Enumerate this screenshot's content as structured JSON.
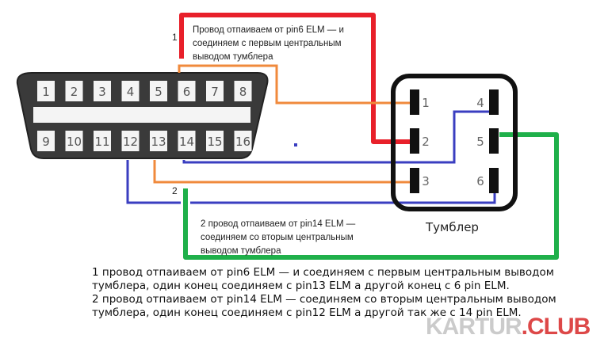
{
  "obd_connector": {
    "top_pins": [
      "1",
      "2",
      "3",
      "4",
      "5",
      "6",
      "7",
      "8"
    ],
    "bottom_pins": [
      "9",
      "10",
      "11",
      "12",
      "13",
      "14",
      "15",
      "16"
    ]
  },
  "switch": {
    "label": "Тумблер",
    "left_pins": [
      "1",
      "2",
      "3"
    ],
    "right_pins": [
      "4",
      "5",
      "6"
    ]
  },
  "wires": {
    "wire1_marker": "1",
    "wire2_marker": "2",
    "colors": {
      "red": "#e8202a",
      "orange": "#f08a3c",
      "blue": "#3a3ec0",
      "green": "#1fb04a",
      "black": "#111111"
    }
  },
  "notes": {
    "note1": [
      "Провод отпаиваем от pin6 ELM — и",
      "соединяем с первым центральным",
      "выводом тумблера"
    ],
    "note2": [
      "2 провод отпаиваем от pin14 ELM —",
      "соединяем со вторым центральным",
      "выводом тумблера"
    ]
  },
  "description": {
    "para1": "1 провод отпаиваем от pin6 ELM — и соединяем с первым центральным выводом тумблера, один конец соединяем с pin13 ELM а другой конец с 6 pin ELM.",
    "para2": "2 провод отпаиваем от pin14 ELM — соединяем со вторым центральным выводом тумблера, один конец соединяем с pin12 ELM а другой так же с 14 pin ELM."
  },
  "watermark": {
    "part1": "KARTUR",
    "part2": ".CLUB"
  }
}
